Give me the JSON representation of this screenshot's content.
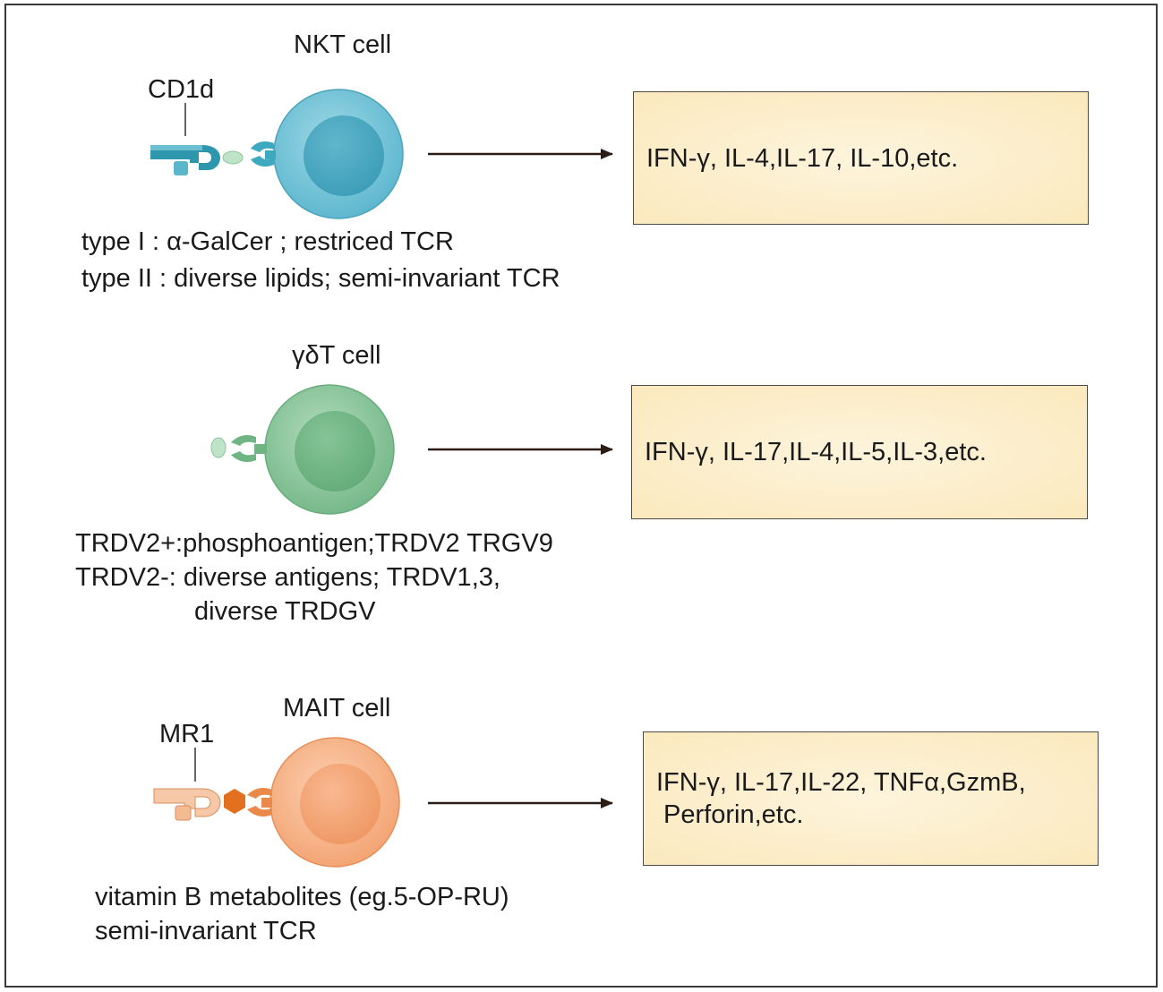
{
  "nkt": {
    "title": "NKT cell",
    "receptor_label": "CD1d",
    "desc": [
      "type I : α-GalCer ; restriced TCR",
      "type II : diverse lipids; semi-invariant TCR"
    ],
    "cytokines": "IFN-γ, IL-4,IL-17, IL-10,etc.",
    "colors": {
      "cell": "#69bfd4",
      "receptor": "#2f9cb1"
    }
  },
  "gdt": {
    "title": "γδT cell",
    "desc": [
      "TRDV2+:phosphoantigen;TRDV2 TRGV9",
      "TRDV2-: diverse antigens; TRDV1,3,",
      "diverse TRDGV"
    ],
    "cytokines": "IFN-γ, IL-17,IL-4,IL-5,IL-3,etc.",
    "colors": {
      "cell": "#7dbf8e",
      "receptor": "#5aa872"
    }
  },
  "mait": {
    "title": "MAIT cell",
    "receptor_label": "MR1",
    "desc": [
      "vitamin B metabolites (eg.5-OP-RU)",
      "semi-invariant TCR"
    ],
    "cytokines": [
      "IFN-γ, IL-17,IL-22, TNFα,GzmB,",
      " Perforin,etc."
    ],
    "colors": {
      "cell": "#f4a878",
      "receptor": "#e87d3e"
    }
  }
}
